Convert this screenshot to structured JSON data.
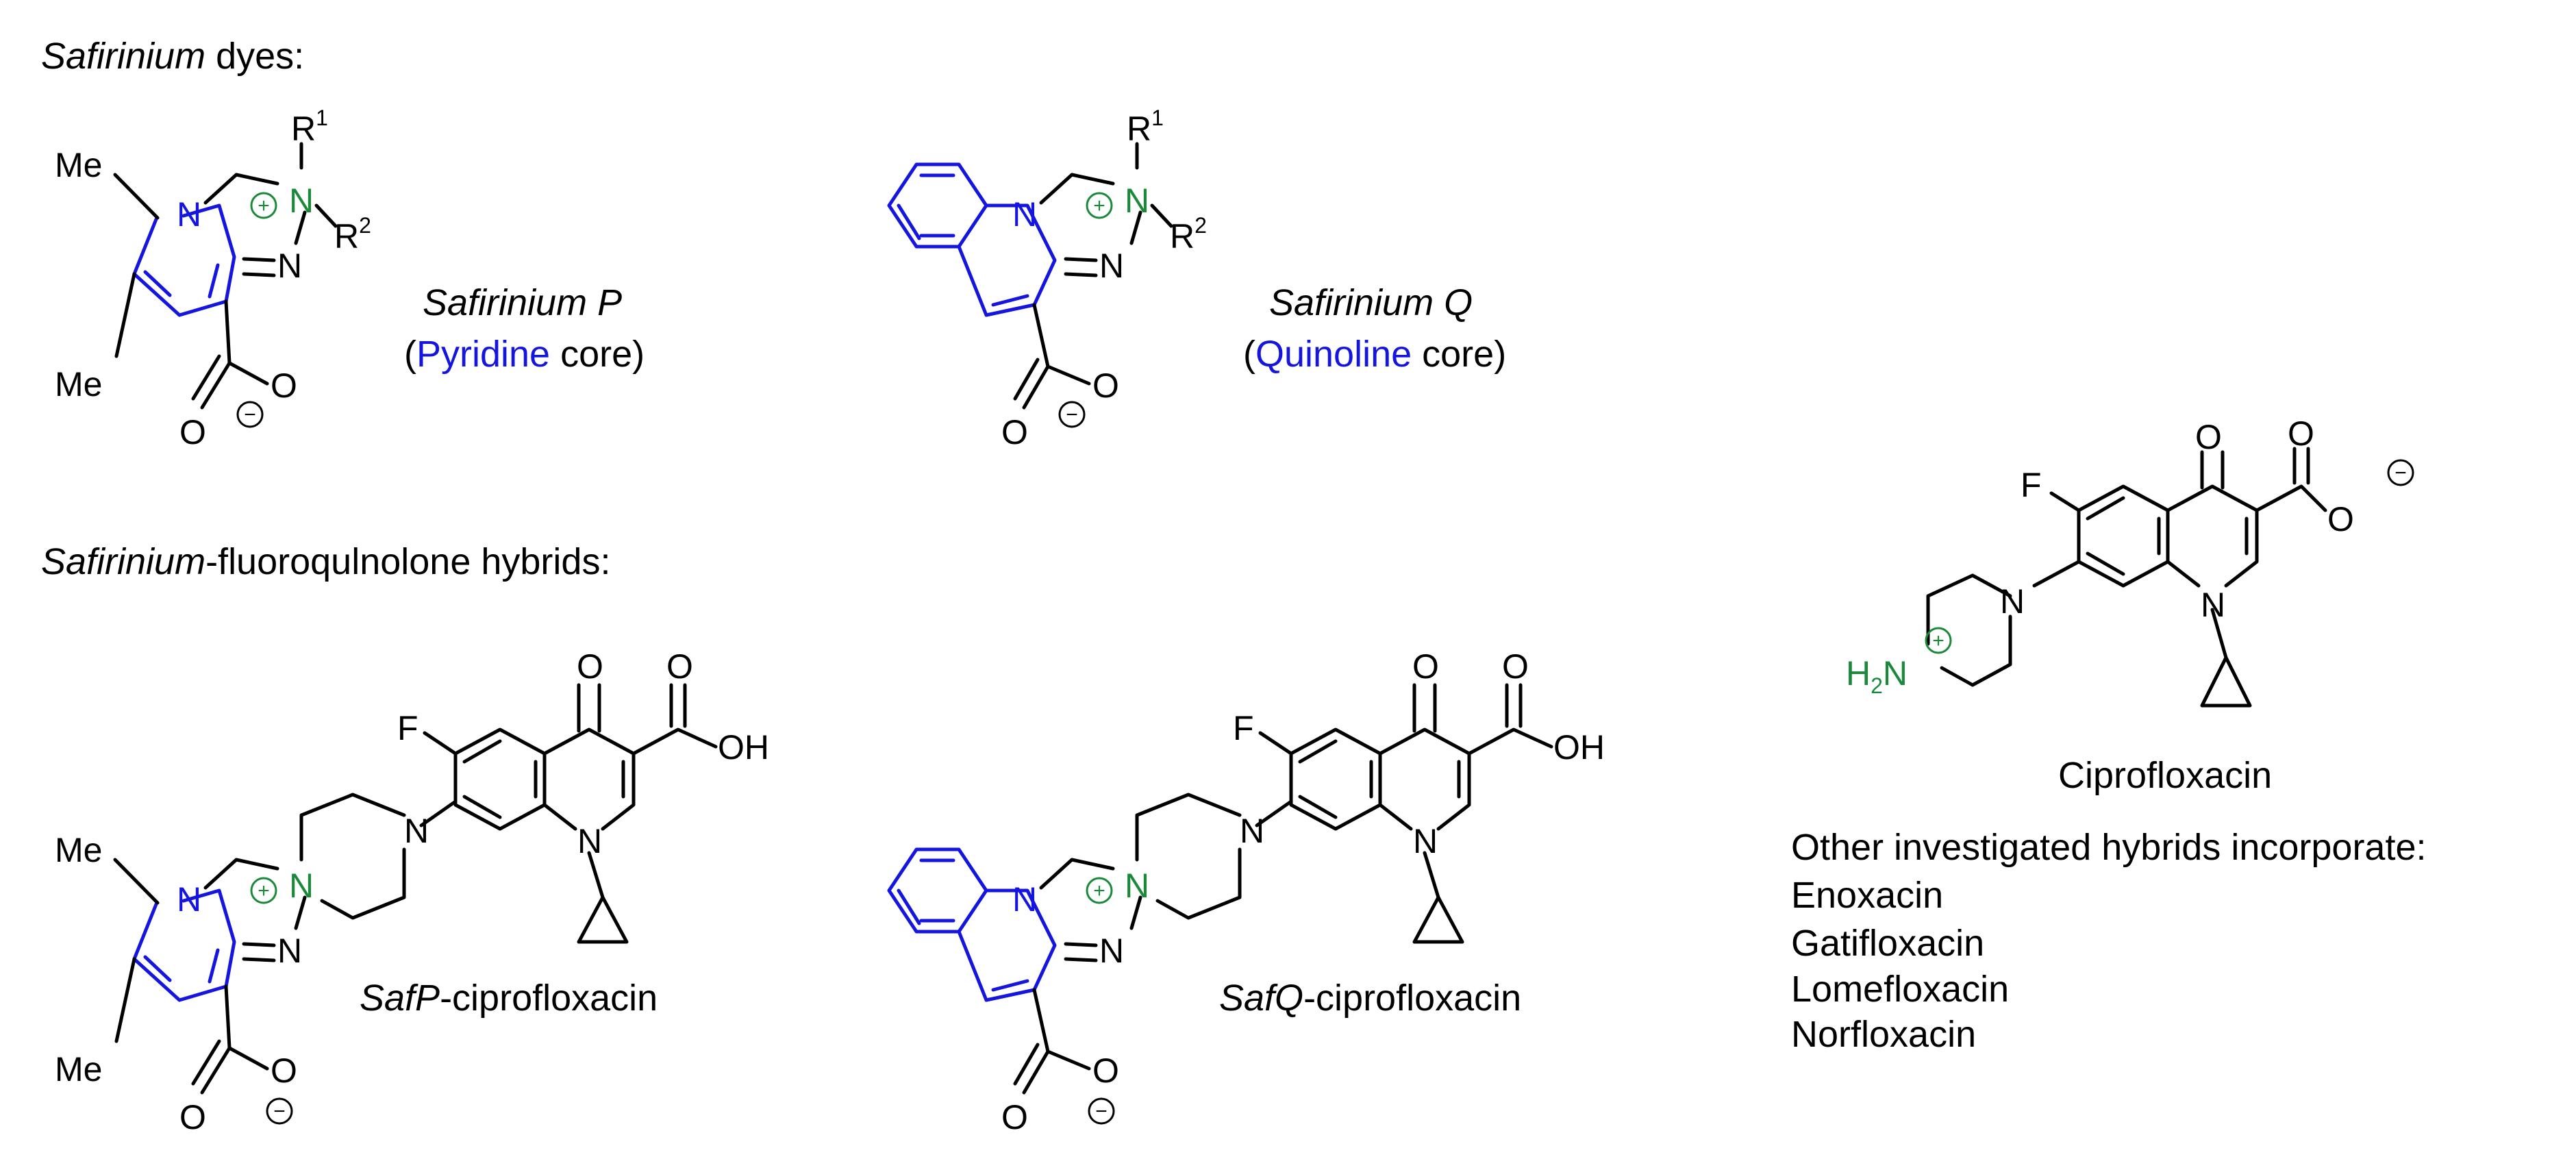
{
  "headings": {
    "dyes_italic": "Safirinium",
    "dyes_rest": " dyes:",
    "hybrids_italic": "Safirinium",
    "hybrids_rest": "-fluoroqulnolone hybrids:"
  },
  "safP": {
    "name_italic": "Safirinium P",
    "core_open": "(",
    "core_word": "Pyridine",
    "core_close": " core)"
  },
  "safQ": {
    "name_italic": "Safirinium Q",
    "core_open": "(",
    "core_word": "Quinoline",
    "core_close": " core)"
  },
  "hybridP": {
    "italic": "SafP",
    "rest": "-ciprofloxacin"
  },
  "hybridQ": {
    "italic": "SafQ",
    "rest": "-ciprofloxacin"
  },
  "cipro": {
    "name": "Ciprofloxacin"
  },
  "other_hybrids": {
    "intro": "Other investigated hybrids incorporate:",
    "items": [
      "Enoxacin",
      "Gatifloxacin",
      "Lomefloxacin",
      "Norfloxacin"
    ]
  },
  "atoms": {
    "me": "Me",
    "n": "N",
    "o": "O",
    "oh": "OH",
    "f": "F",
    "r": "R",
    "r1": "1",
    "r2": "2",
    "h": "H",
    "h2": "2",
    "plus": "+",
    "minus": "−"
  },
  "colors": {
    "core": "#1515e0",
    "cation": "#1a8a3a",
    "text": "#000000"
  }
}
